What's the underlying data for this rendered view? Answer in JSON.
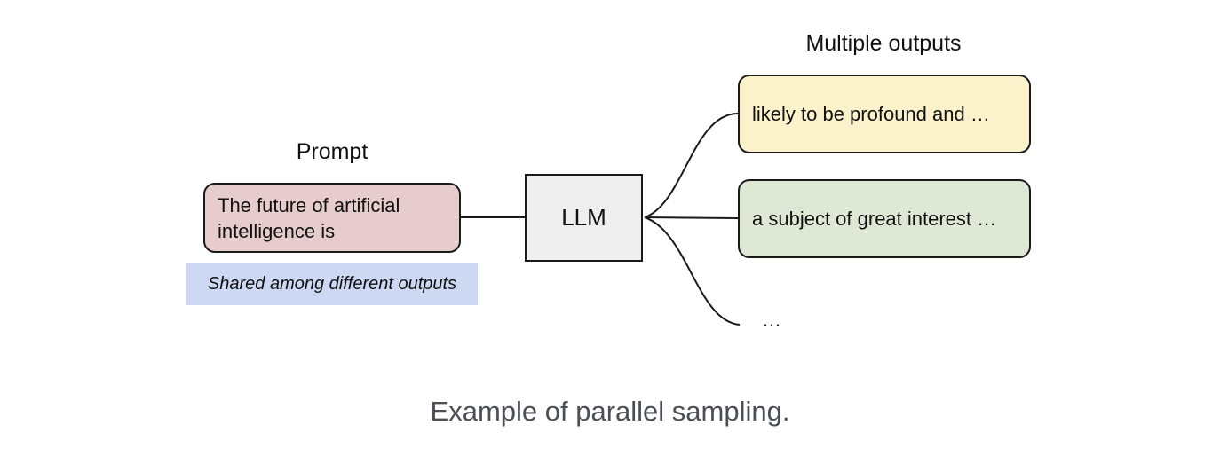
{
  "diagram": {
    "prompt_heading": "Prompt",
    "outputs_heading": "Multiple outputs",
    "prompt_text": "The future of artificial intelligence is",
    "model_label": "LLM",
    "shared_note": "Shared among different outputs",
    "outputs": [
      {
        "text": "likely to be profound and …",
        "color": "#fbf2cc"
      },
      {
        "text": "a subject of great interest …",
        "color": "#dfe8d5"
      },
      {
        "text": "…"
      }
    ],
    "colors": {
      "prompt_fill": "#e6cccc",
      "model_fill": "#eeeeee",
      "shared_note_fill": "#cdd9f3",
      "stroke": "#1a1a1a"
    }
  },
  "caption": "Example of parallel sampling."
}
